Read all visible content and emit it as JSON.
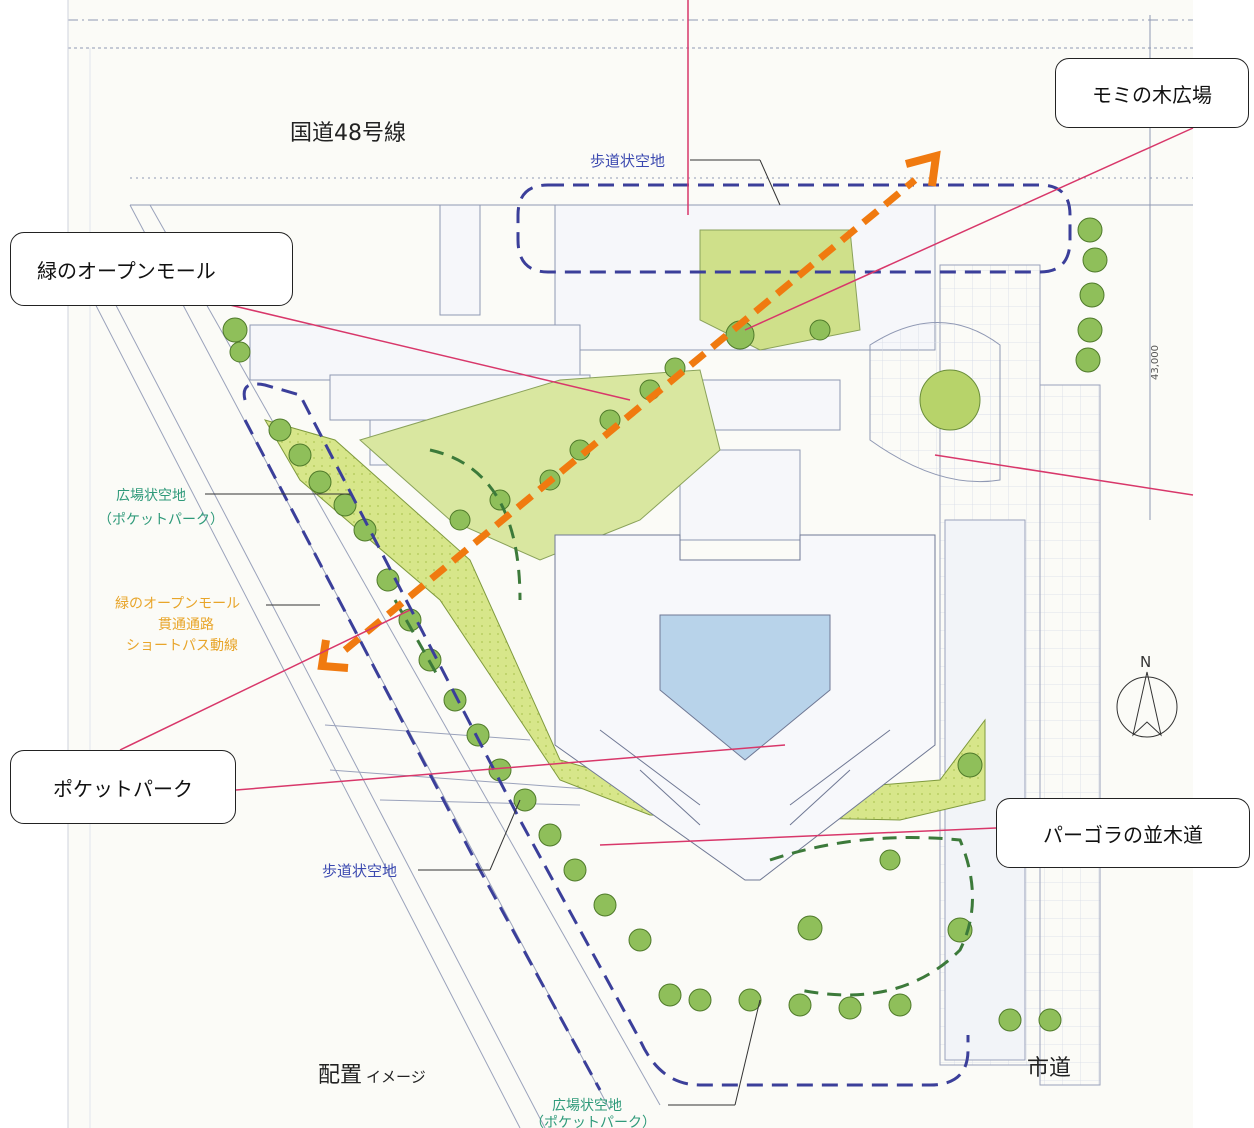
{
  "callouts": {
    "fir_plaza": "モミの木広場",
    "green_mall": "緑のオープンモール",
    "pergola_avenue": "パーゴラの並木道",
    "pocket_park": "ポケットパーク"
  },
  "map_labels": {
    "national_route": "国道48号線",
    "city_road": "市道",
    "layout_main": "配置",
    "layout_sub": "イメージ",
    "sidewalk_space_top": "歩道状空地",
    "sidewalk_space_left": "歩道状空地",
    "plaza_space_left_1": "広場状空地",
    "plaza_space_left_2": "（ポケットパーク）",
    "plaza_space_bottom_1": "広場状空地",
    "plaza_space_bottom_2": "（ポケットパーク）",
    "mall_note_1": "緑のオープンモール",
    "mall_note_2": "貫通通路",
    "mall_note_3": "ショートパス動線",
    "dimension": "43,000",
    "north": "N"
  },
  "colors": {
    "paper": "#fbfbf7",
    "line": "#8f98b3",
    "dash_blue": "#3b3f9a",
    "dash_green": "#3c7a3a",
    "route_orange": "#f07a10",
    "leader_red": "#d8376a",
    "lawn": "#c9dc78",
    "tree": "#8fbf5a",
    "pool": "#b8d3ea",
    "label_blue": "#3b49b0",
    "label_green": "#2f9a7a",
    "label_orange": "#e8a52a"
  }
}
